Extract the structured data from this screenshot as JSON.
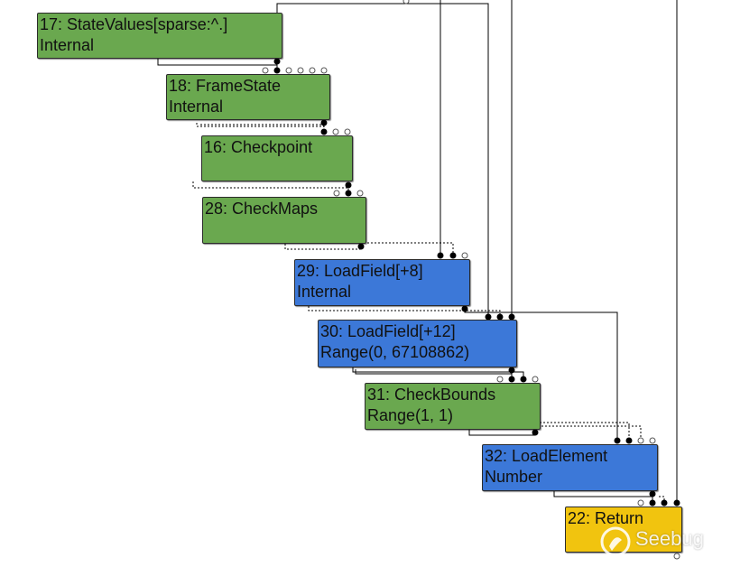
{
  "colors": {
    "green_node": "#6aa84f",
    "blue_node": "#3c78d8",
    "yellow_node": "#f1c40f",
    "edge": "#000000",
    "watermark": "#ffffff"
  },
  "nodes": [
    {
      "id": "n17",
      "line1": "17: StateValues[sparse:^.]",
      "line2": "Internal",
      "color": "green"
    },
    {
      "id": "n18",
      "line1": "18: FrameState",
      "line2": "Internal",
      "color": "green"
    },
    {
      "id": "n16",
      "line1": "16: Checkpoint",
      "line2": "",
      "color": "green"
    },
    {
      "id": "n28",
      "line1": "28: CheckMaps",
      "line2": "",
      "color": "green"
    },
    {
      "id": "n29",
      "line1": "29: LoadField[+8]",
      "line2": "Internal",
      "color": "blue"
    },
    {
      "id": "n30",
      "line1": "30: LoadField[+12]",
      "line2": "Range(0, 67108862)",
      "color": "blue"
    },
    {
      "id": "n31",
      "line1": "31: CheckBounds",
      "line2": "Range(1, 1)",
      "color": "green"
    },
    {
      "id": "n32",
      "line1": "32: LoadElement",
      "line2": "Number",
      "color": "blue"
    },
    {
      "id": "n22",
      "line1": "22: Return",
      "line2": "",
      "color": "yellow"
    }
  ],
  "watermark": {
    "text": "Seebug",
    "icon": "seebug-logo-icon"
  }
}
